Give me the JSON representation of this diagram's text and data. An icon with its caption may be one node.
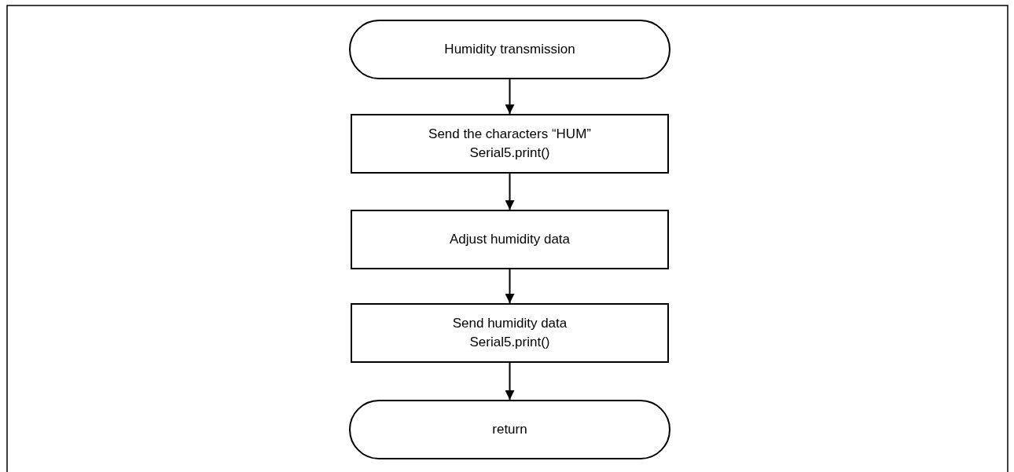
{
  "diagram": {
    "nodes": [
      {
        "text": [
          "Humidity transmission"
        ]
      },
      {
        "text": [
          "Send the characters “HUM” Serial5.print()"
        ]
      },
      {
        "text": [
          "Adjust humidity data"
        ]
      },
      {
        "text": [
          "Send humidity data Serial5.print()"
        ]
      },
      {
        "text": [
          "return"
        ]
      }
    ],
    "edges": [
      {
        "from": 0,
        "to": 1,
        "arrow": "to"
      },
      {
        "from": 1,
        "to": 2,
        "arrow": "to"
      },
      {
        "from": 2,
        "to": 3,
        "arrow": "to"
      },
      {
        "from": 3,
        "to": 4,
        "arrow": "to"
      }
    ]
  }
}
